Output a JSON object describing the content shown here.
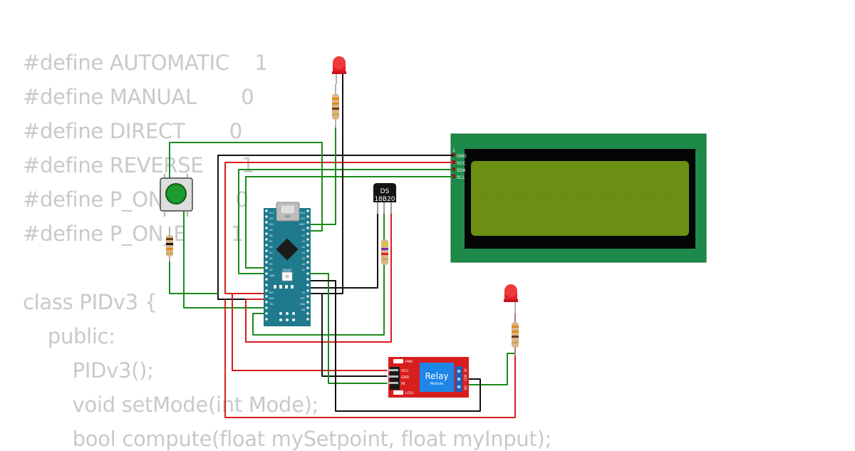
{
  "code_lines": [
    "#define AUTOMATIC    1",
    "#define MANUAL       0",
    "#define DIRECT       0",
    "#define REVERSE      1",
    "#define P_ON_M       0",
    "#define P_ON_E       1",
    "",
    "class PIDv3 {",
    "  public:",
    "    PIDv3();",
    "    void setMode(int Mode);",
    "    bool compute(float mySetpoint, float myInput);"
  ],
  "lcd": {
    "pins": [
      "1",
      "GND",
      "VCC",
      "SDA",
      "SCL"
    ],
    "screen_color": "#6b8f12",
    "board_color": "#1e8a4a"
  },
  "sensor": {
    "label_line1": "DS",
    "label_line2": "18B20"
  },
  "relay": {
    "title": "Relay",
    "subtitle": "Module",
    "pins": [
      "VCC",
      "GND",
      "IN"
    ],
    "led_labels": [
      "PWR",
      "LED1"
    ],
    "terminal_labels": [
      "NC",
      "COM",
      "NO"
    ],
    "board_color": "#d81e1e",
    "panel_color": "#1e86e6"
  },
  "nano": {
    "chip_label": "RESET",
    "left_pins": [
      "D12",
      "D11",
      "D10",
      "D9",
      "D8",
      "D7",
      "D6",
      "D5",
      "D4",
      "D3",
      "D2",
      "GND",
      "RST",
      "RX0",
      "TX1"
    ],
    "right_pins": [
      "D13",
      "3V3",
      "AREF",
      "A0",
      "A1",
      "A2",
      "A3",
      "A4",
      "A5",
      "A6",
      "A7",
      "5V",
      "RST",
      "GND",
      "VIN"
    ],
    "board_color": "#1e7a8c"
  },
  "wire_colors": {
    "green": "#1a8a1a",
    "black": "#111111",
    "red": "#d81e1e"
  }
}
